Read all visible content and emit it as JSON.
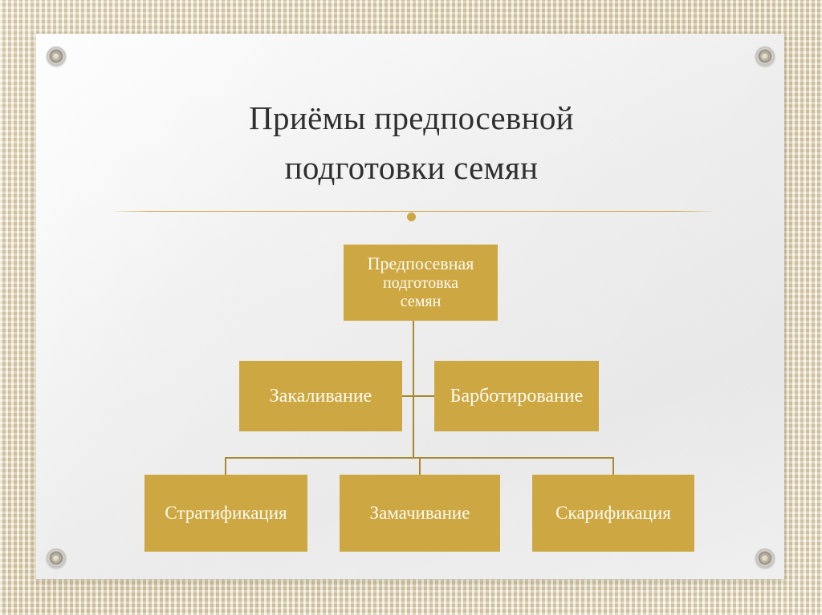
{
  "slide": {
    "title_lines": [
      "Приёмы предпосевной",
      "подготовки семян"
    ],
    "background_style": "burlap-canvas",
    "board_color": "#f2f2f2",
    "accent_color": "#cda842",
    "connector_color": "#a8892f",
    "title_color": "#2f2f2f",
    "node_text_color": "#fdfaf1"
  },
  "divider": {
    "dot_label": "decorative-dot"
  },
  "diagram": {
    "type": "hierarchy",
    "root": {
      "lines": [
        "Предпосевная",
        "подготовка",
        "семян"
      ],
      "text": "Предпосевная подготовка семян"
    },
    "level2": [
      {
        "label": "Закаливание"
      },
      {
        "label": "Барботирование"
      }
    ],
    "level3": [
      {
        "label": "Стратификация"
      },
      {
        "label": "Замачивание"
      },
      {
        "label": "Скарификация"
      }
    ]
  },
  "grommets": [
    {
      "position": "top-left"
    },
    {
      "position": "top-right"
    },
    {
      "position": "bottom-left"
    },
    {
      "position": "bottom-right"
    }
  ]
}
